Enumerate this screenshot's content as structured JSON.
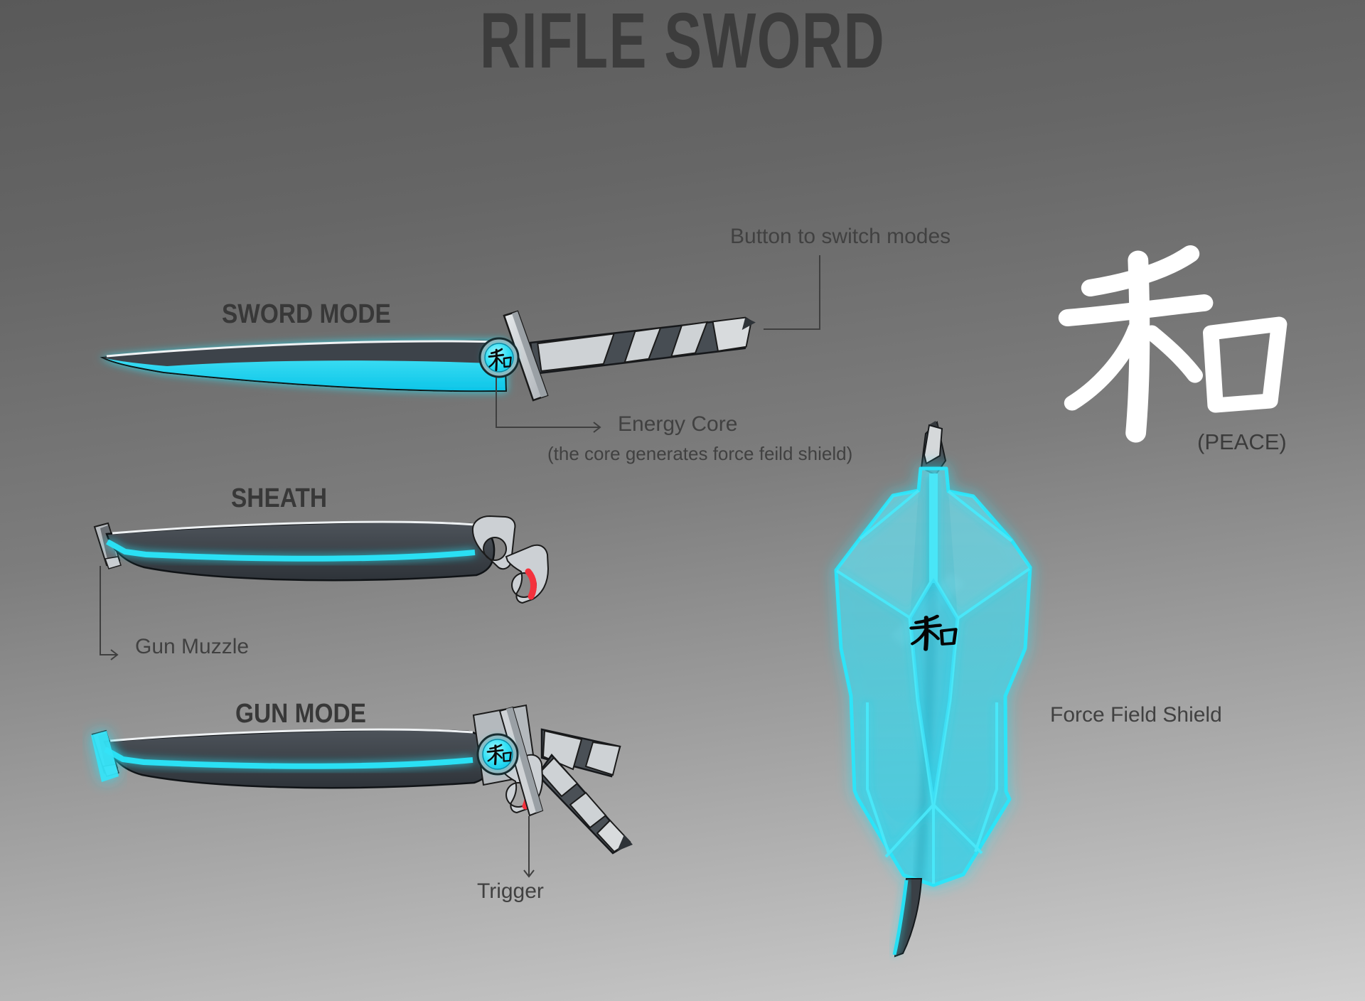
{
  "title": "RIFLE SWORD",
  "sections": {
    "sword_mode": "SWORD MODE",
    "sheath": "SHEATH",
    "gun_mode": "GUN MODE"
  },
  "annotations": {
    "switch_button": "Button to switch modes",
    "energy_core": "Energy Core",
    "energy_core_note": "(the core generates force feild shield)",
    "gun_muzzle": "Gun Muzzle",
    "trigger": "Trigger",
    "force_field_shield": "Force Field Shield"
  },
  "kanji": {
    "char": "和",
    "meaning": "(PEACE)"
  },
  "colors": {
    "glow_cyan": "#2ae0f4",
    "blade_dark": "#3d434a",
    "metal_light": "#ccd0d4",
    "trigger_red": "#f4323d",
    "label_text": "#3e3e3e",
    "kanji_white": "#ffffff",
    "bg_top": "#595959",
    "bg_bottom": "#d0d0d0"
  }
}
